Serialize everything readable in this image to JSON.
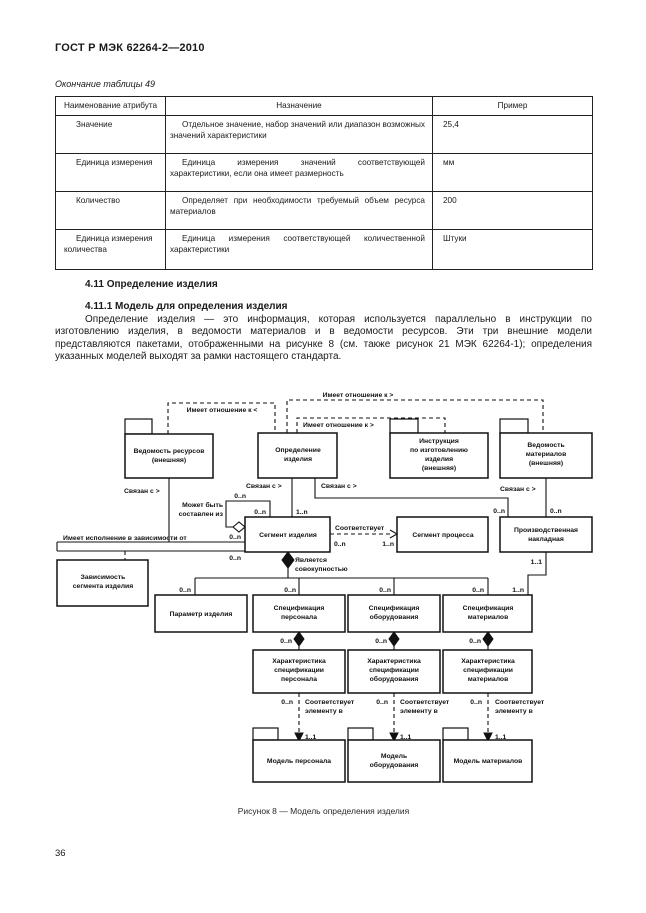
{
  "page": {
    "doc_code": "ГОСТ Р МЭК 62264-2—2010",
    "table_continuation": "Окончание таблицы 49",
    "page_number": "36"
  },
  "table": {
    "headers": [
      "Наименование атрибута",
      "Назначение",
      "Пример"
    ],
    "rows": [
      {
        "attribute": "Значение",
        "purpose": "Отдельное значение, набор значений или диапазон возможных значений характеристики",
        "example": "25,4"
      },
      {
        "attribute": "Единица измерения",
        "purpose": "Единица измерения значений соответствующей характеристики, если она имеет размерность",
        "example": "мм"
      },
      {
        "attribute": "Количество",
        "purpose": "Определяет при необходимости требуемый объем ресурса материалов",
        "example": "200"
      },
      {
        "attribute": "Единица измерения количества",
        "purpose": "Единица измерения соответствующей количественной характеристики",
        "example": "Штуки"
      }
    ]
  },
  "sections": {
    "h_411": "4.11 Определение изделия",
    "h_4111": "4.11.1 Модель для определения изделия",
    "paragraph": "Определение изделия — это информация, которая используется параллельно в инструкции по изготовлению изделия, в ведомости материалов и в ведомости ресурсов. Эти три внешние модели представляются пакетами, отображенными на рисунке 8 (см. также рисунок 21 МЭК 62264-1); определения указанных моделей выходят за рамки настоящего стандарта."
  },
  "figure": {
    "caption": "Рисунок 8 — Модель определения изделия",
    "boxes": {
      "bill_res": {
        "lines": [
          "Ведомость ресурсов",
          "(внешняя)"
        ]
      },
      "prod_def": {
        "lines": [
          "Определение",
          "изделия"
        ]
      },
      "instr": {
        "lines": [
          "Инструкция",
          "по изготовлению",
          "изделия",
          "(внешняя)"
        ]
      },
      "bill_mat": {
        "lines": [
          "Ведомость",
          "материалов",
          "(внешняя)"
        ]
      },
      "prod_seg": {
        "lines": [
          "Сегмент изделия"
        ]
      },
      "proc_seg": {
        "lines": [
          "Сегмент процесса"
        ]
      },
      "manuf_bill": {
        "lines": [
          "Производственная",
          "накладная"
        ]
      },
      "seg_dep": {
        "lines": [
          "Зависимость",
          "сегмента изделия"
        ]
      },
      "prod_param": {
        "lines": [
          "Параметр изделия"
        ]
      },
      "pers_spec": {
        "lines": [
          "Спецификация",
          "персонала"
        ]
      },
      "equip_spec": {
        "lines": [
          "Спецификация",
          "оборудования"
        ]
      },
      "mat_spec": {
        "lines": [
          "Спецификация",
          "материалов"
        ]
      },
      "pers_prop": {
        "lines": [
          "Характеристика",
          "спецификации",
          "персонала"
        ]
      },
      "equip_prop": {
        "lines": [
          "Характеристика",
          "спецификации",
          "оборудования"
        ]
      },
      "mat_prop": {
        "lines": [
          "Характеристика",
          "спецификации",
          "материалов"
        ]
      },
      "pers_model": {
        "lines": [
          "Модель персонала"
        ]
      },
      "equip_model": {
        "lines": [
          "Модель",
          "оборудования"
        ]
      },
      "mat_model": {
        "lines": [
          "Модель материалов"
        ]
      }
    },
    "labels": {
      "rel_left": "Имеет отношение к <",
      "rel_right": "Имеет отношение к >",
      "associated": "Связан с >",
      "may_consist_1": "Может быть",
      "may_consist_2": "составлен из",
      "exec_dep": "Имеет исполнение в зависимости от",
      "corresponds": "Соответствует",
      "collection_1": "Является",
      "collection_2": "совокупностью",
      "corresponds_elem_1": "Соответствует",
      "corresponds_elem_2": "элементу в"
    },
    "mult": {
      "zn": "0..n",
      "on": "1..n",
      "oo": "1..1"
    }
  }
}
